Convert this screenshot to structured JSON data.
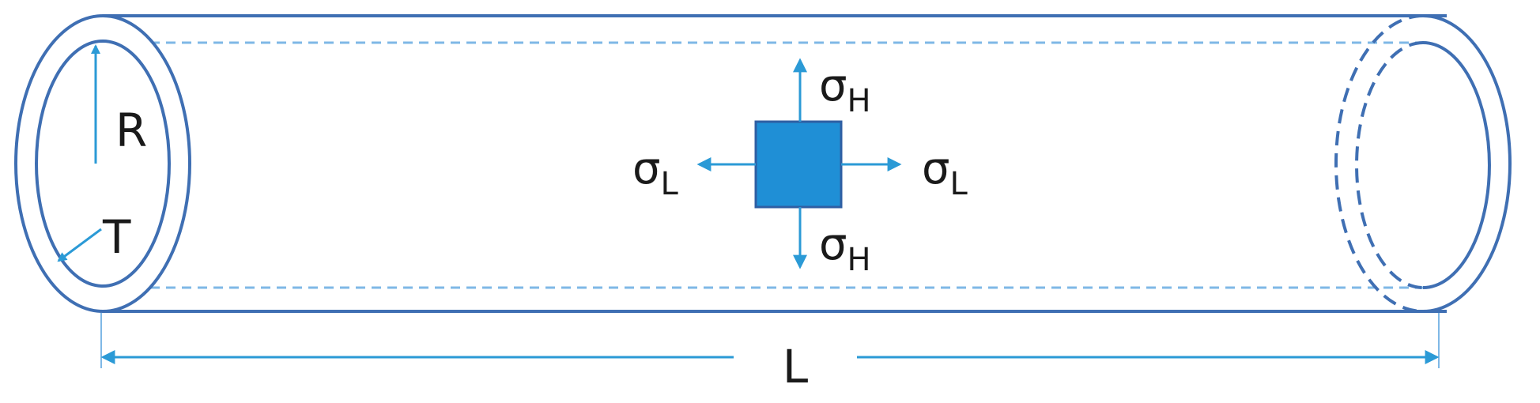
{
  "colors": {
    "pipe_outline": "#3f6fb3",
    "arrow": "#2b9ad6",
    "element_fill": "#1f8fd6",
    "element_stroke": "#2f5fa3",
    "dashed": "#7fb8e6",
    "text": "#1a1a1a"
  },
  "labels": {
    "radius": "R",
    "thickness": "T",
    "length": "L",
    "hoop_symbol": "σ",
    "hoop_sub": "H",
    "long_symbol": "σ",
    "long_sub": "L"
  },
  "icons": {
    "pipe": "cylinder-pipe",
    "stress_element": "square-element"
  }
}
